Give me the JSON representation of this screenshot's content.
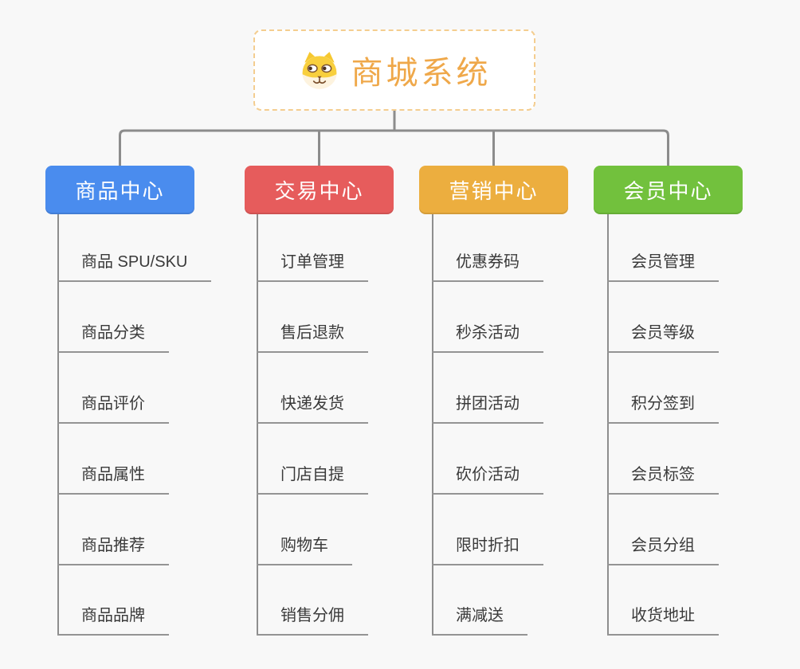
{
  "root": {
    "title": "商城系统",
    "icon": "dog-face-icon",
    "accent_color": "#efa84a",
    "border_color": "#f4cd8f"
  },
  "connector_color": "#8c8c8c",
  "background_color": "#f8f8f8",
  "branches": [
    {
      "slug": "product-center",
      "label": "商品中心",
      "color": "#4a8cee",
      "items": [
        "商品 SPU/SKU",
        "商品分类",
        "商品评价",
        "商品属性",
        "商品推荐",
        "商品品牌"
      ]
    },
    {
      "slug": "trade-center",
      "label": "交易中心",
      "color": "#e65c5c",
      "items": [
        "订单管理",
        "售后退款",
        "快递发货",
        "门店自提",
        "购物车",
        "销售分佣"
      ]
    },
    {
      "slug": "marketing-center",
      "label": "营销中心",
      "color": "#ecae3f",
      "items": [
        "优惠券码",
        "秒杀活动",
        "拼团活动",
        "砍价活动",
        "限时折扣",
        "满减送"
      ]
    },
    {
      "slug": "member-center",
      "label": "会员中心",
      "color": "#72c13d",
      "items": [
        "会员管理",
        "会员等级",
        "积分签到",
        "会员标签",
        "会员分组",
        "收货地址"
      ]
    }
  ]
}
